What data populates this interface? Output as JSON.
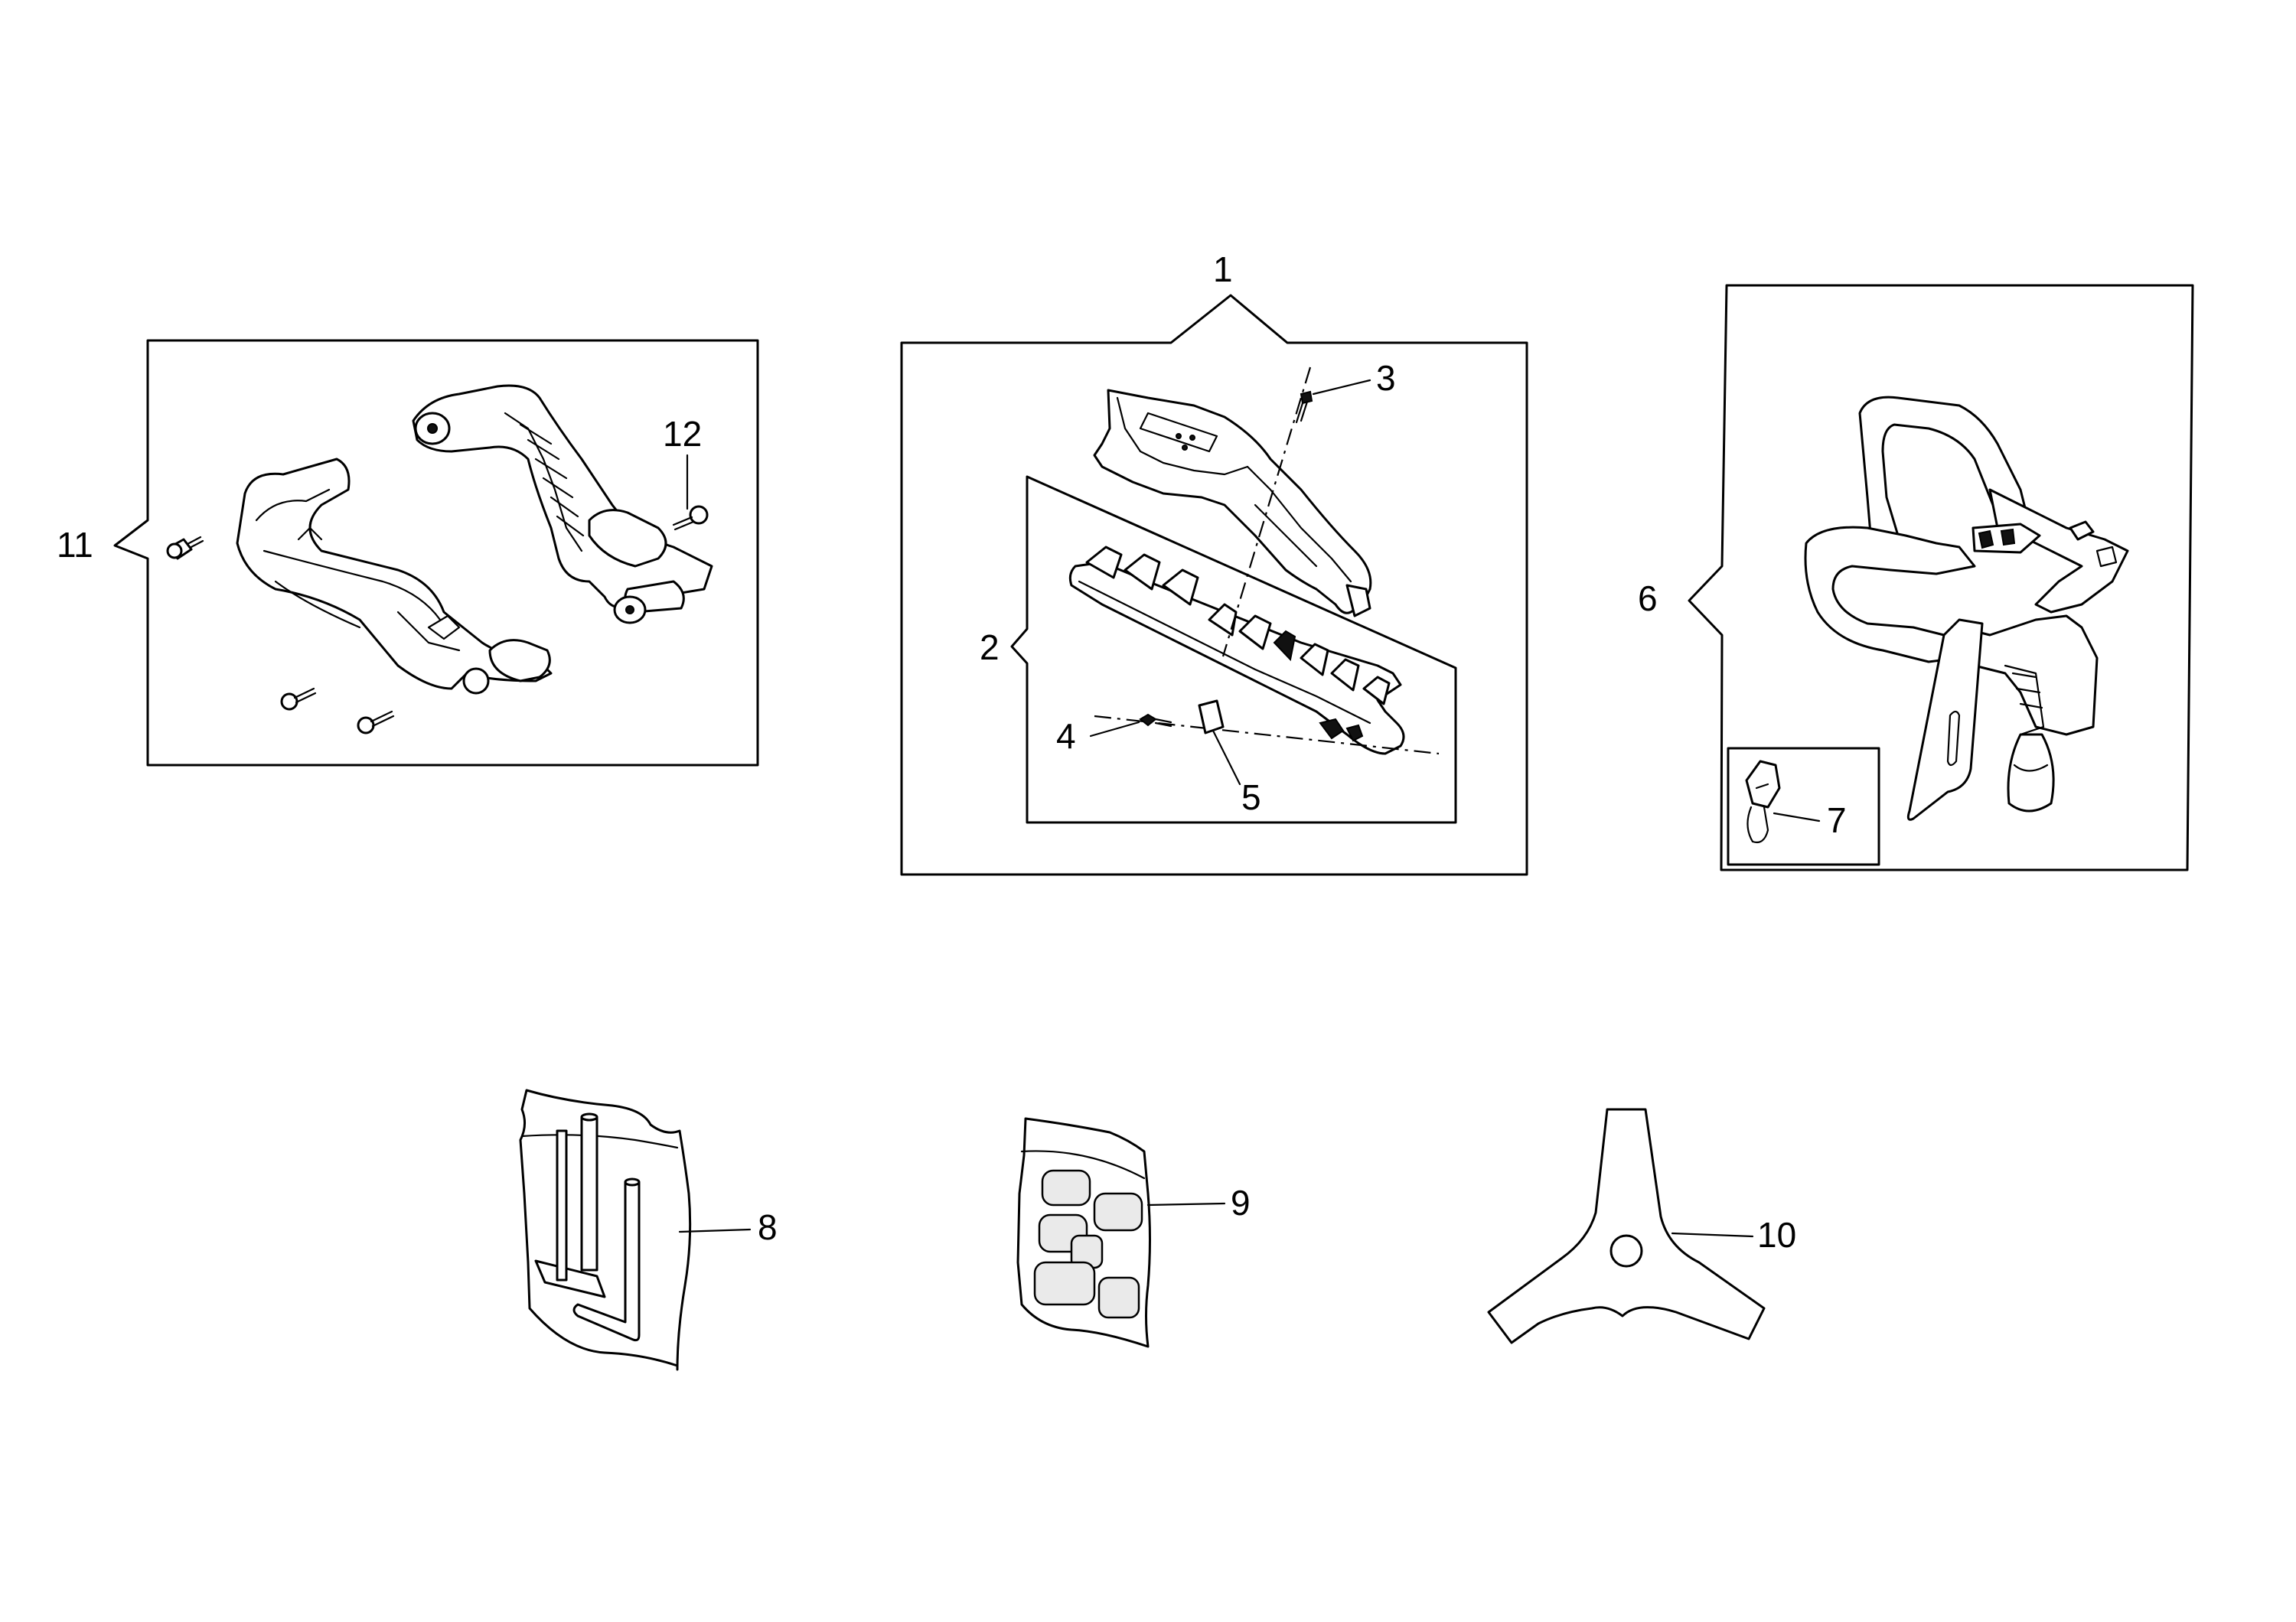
{
  "callouts": {
    "c1": "1",
    "c2": "2",
    "c3": "3",
    "c4": "4",
    "c5": "5",
    "c6": "6",
    "c7": "7",
    "c8": "8",
    "c9": "9",
    "c10": "10",
    "c11": "11",
    "c12": "12"
  },
  "parts": {
    "p1": "blade-guard-assembly",
    "p2": "guard-extension",
    "p3": "screw",
    "p4": "screw",
    "p5": "cutter-blade",
    "p6": "shoulder-harness",
    "p7": "harness-hook",
    "p8": "tool-kit",
    "p9": "spare-parts-kit",
    "p10": "three-tooth-blade",
    "p11": "handle-assembly",
    "p12": "screw"
  },
  "colors": {
    "line": "#000000",
    "background": "#ffffff"
  }
}
